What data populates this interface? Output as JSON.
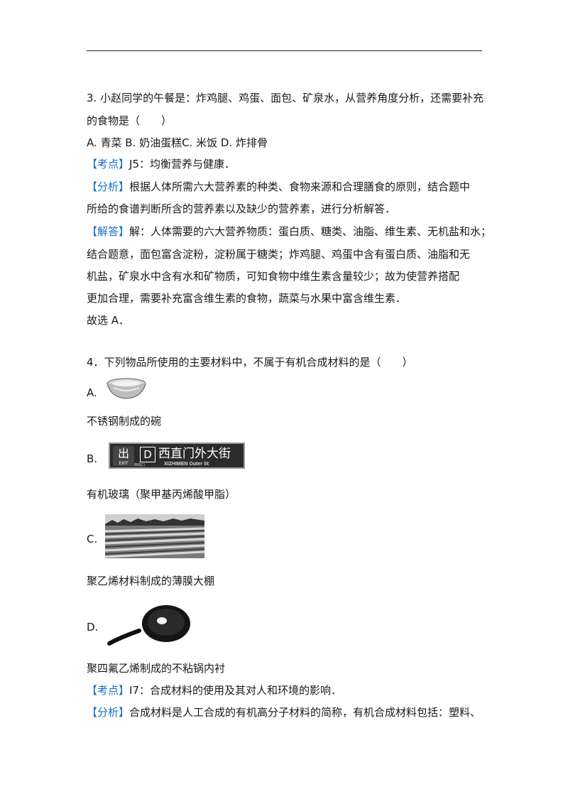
{
  "q3": {
    "stem_line1": "3. 小赵同学的午餐是：炸鸡腿、鸡蛋、面包、矿泉水，从营养角度分析，还需要补充",
    "stem_line2": "的食物是（　　）",
    "options": "A. 青菜 B. 奶油蛋糕C. 米饭 D.  炸排骨",
    "kaodian_tag": "【考点】",
    "kaodian_text": "J5：均衡营养与健康．",
    "fenxi_tag": "【分析】",
    "fenxi_line1": "根据人体所需六大营养素的种类、食物来源和合理膳食的原则，结合题中",
    "fenxi_line2": "所给的食谱判断所含的营养素以及缺少的营养素，进行分析解答．",
    "jieda_tag": "【解答】",
    "jieda_line1": "解：人体需要的六大营养物质：蛋白质、糖类、油脂、维生素、无机盐和水；",
    "jieda_line2": "结合题意，面包富含淀粉，淀粉属于糖类；炸鸡腿、鸡蛋中含有蛋白质、油脂和无",
    "jieda_line3": "机盐，矿泉水中含有水和矿物质，可知食物中维生素含量较少；故为使营养搭配",
    "jieda_line4": "更加合理，需要补充富含维生素的食物，蔬菜与水果中富含维生素．",
    "answer": "故选 A．"
  },
  "q4": {
    "stem": "4．下列物品所使用的主要材料中，不属于有机合成材料的是（　　）",
    "option_a_label": "A.",
    "option_a_caption": "不锈钢制成的碗",
    "option_b_label": "B.",
    "option_b_sign_logo": "出",
    "option_b_sign_logo_small": "EXIT",
    "option_b_sign_letter": "D",
    "option_b_sign_text": "西直门外大街",
    "option_b_sign_en": "XIZHIMEN Outer St",
    "option_b_sign_small": "西南口",
    "option_b_caption": "有机玻璃（聚甲基丙烯酸甲脂）",
    "option_c_label": "C.",
    "option_c_caption": "聚乙烯材料制成的薄膜大棚",
    "option_d_label": "D.",
    "option_d_caption": "聚四氟乙烯制成的不粘锅内衬",
    "kaodian_tag": "【考点】",
    "kaodian_text": "I7：合成材料的使用及其对人和环境的影响．",
    "fenxi_tag": "【分析】",
    "fenxi_line1": "合成材料是人工合成的有机高分子材料的简称，有机合成材料包括：塑料、"
  },
  "colors": {
    "tag": "#1a6fc4",
    "text": "#1a1a1a"
  }
}
